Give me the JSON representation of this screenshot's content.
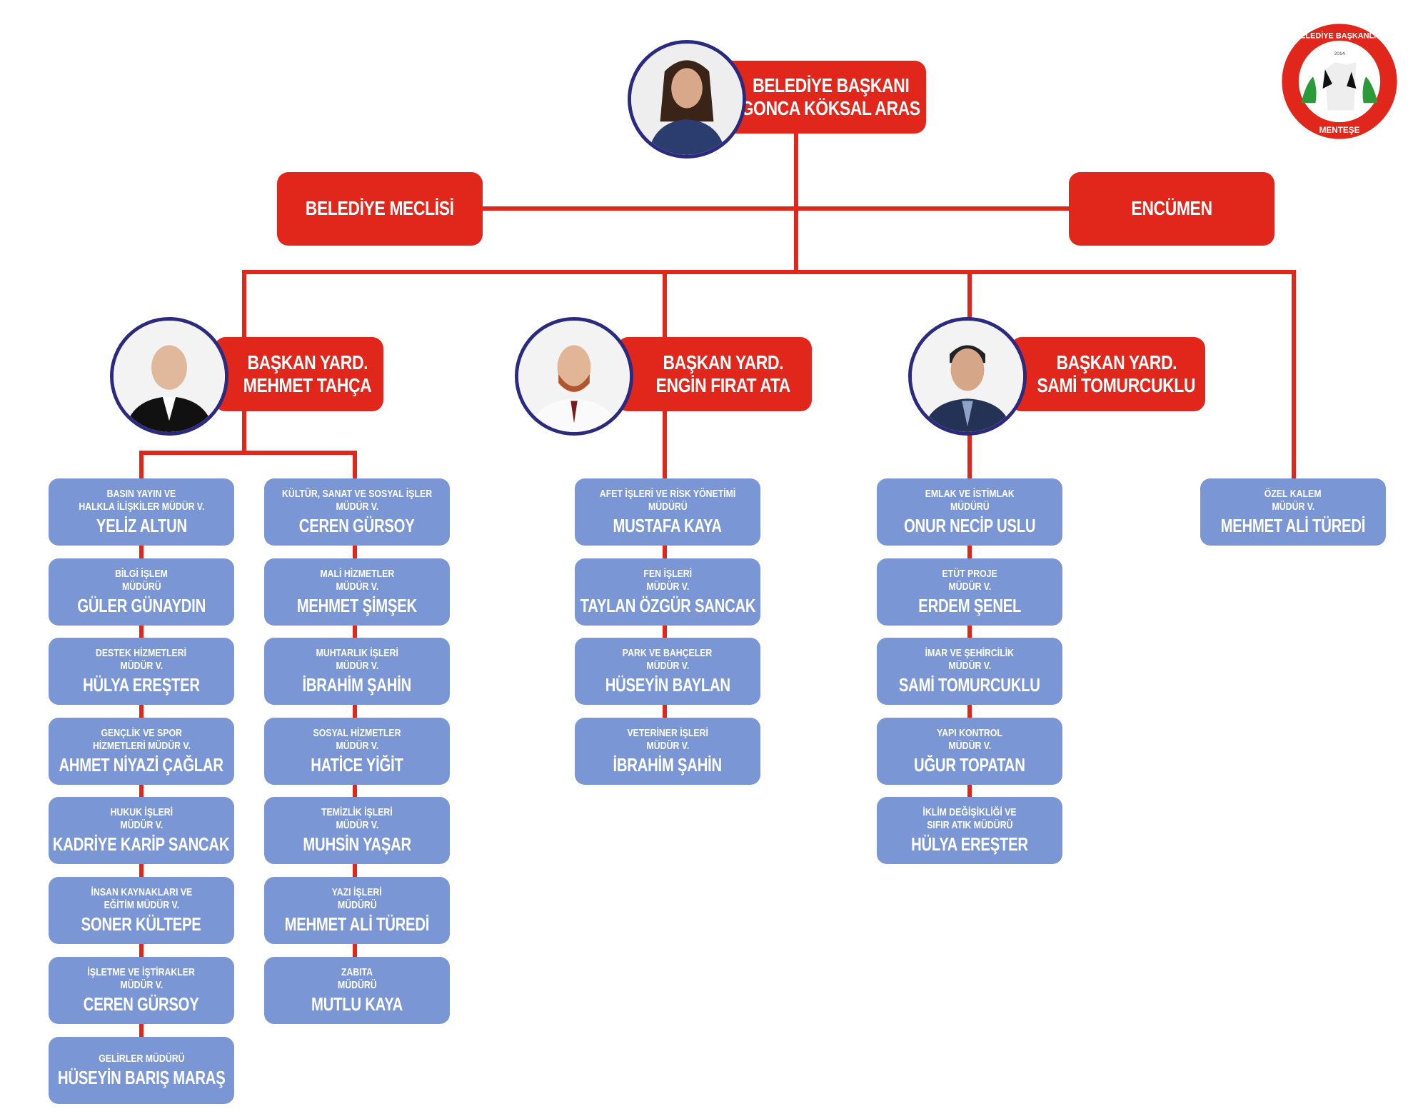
{
  "mayor": {
    "title": "BELEDİYE BAŞKANI",
    "name": "GONCA KÖKSAL ARAS"
  },
  "council": {
    "label": "BELEDİYE MECLİSİ"
  },
  "committee": {
    "label": "ENCÜMEN"
  },
  "deputies": [
    {
      "title": "BAŞKAN YARD.",
      "name": "MEHMET TAHÇA"
    },
    {
      "title": "BAŞKAN YARD.",
      "name": "ENGİN FIRAT ATA"
    },
    {
      "title": "BAŞKAN YARD.",
      "name": "SAMİ TOMURCUKLU"
    }
  ],
  "logo": {
    "top_text": "BELEDİYE BAŞKANLIĞI",
    "year": "2014",
    "bottom_text": "MENTEŞE"
  },
  "columns": [
    [
      {
        "unit": [
          "BASIN YAYIN VE",
          "HALKLA İLİŞKİLER MÜDÜR V."
        ],
        "name": "YELİZ ALTUN"
      },
      {
        "unit": [
          "BİLGİ İŞLEM",
          "MÜDÜRÜ"
        ],
        "name": "GÜLER GÜNAYDIN"
      },
      {
        "unit": [
          "DESTEK HİZMETLERİ",
          "MÜDÜR V."
        ],
        "name": "HÜLYA EREŞTER"
      },
      {
        "unit": [
          "GENÇLİK VE SPOR",
          "HİZMETLERİ MÜDÜR V."
        ],
        "name": "AHMET NİYAZİ ÇAĞLAR"
      },
      {
        "unit": [
          "HUKUK İŞLERİ",
          "MÜDÜR V."
        ],
        "name": "KADRİYE KARİP  SANCAK"
      },
      {
        "unit": [
          "İNSAN KAYNAKLARI VE",
          "EĞİTİM MÜDÜR V."
        ],
        "name": "SONER KÜLTEPE"
      },
      {
        "unit": [
          "İŞLETME VE İŞTİRAKLER",
          "MÜDÜR V."
        ],
        "name": "CEREN GÜRSOY"
      },
      {
        "unit": [
          "GELİRLER MÜDÜRÜ"
        ],
        "name": "HÜSEYİN BARIŞ MARAŞ"
      }
    ],
    [
      {
        "unit": [
          "KÜLTÜR, SANAT VE SOSYAL İŞLER",
          "MÜDÜR V."
        ],
        "name": "CEREN GÜRSOY"
      },
      {
        "unit": [
          "MALİ HİZMETLER",
          "MÜDÜR V."
        ],
        "name": "MEHMET ŞİMŞEK"
      },
      {
        "unit": [
          "MUHTARLIK İŞLERİ",
          "MÜDÜR V."
        ],
        "name": "İBRAHİM ŞAHİN"
      },
      {
        "unit": [
          "SOSYAL HİZMETLER",
          "MÜDÜR V."
        ],
        "name": "HATİCE YİĞİT"
      },
      {
        "unit": [
          "TEMİZLİK İŞLERİ",
          "MÜDÜR V."
        ],
        "name": "MUHSİN YAŞAR"
      },
      {
        "unit": [
          "YAZI İŞLERİ",
          "MÜDÜRÜ"
        ],
        "name": "MEHMET ALİ TÜREDİ"
      },
      {
        "unit": [
          "ZABITA",
          "MÜDÜRÜ"
        ],
        "name": "MUTLU KAYA"
      }
    ],
    [
      {
        "unit": [
          "AFET İŞLERİ VE RİSK YÖNETİMİ",
          "MÜDÜRÜ"
        ],
        "name": "MUSTAFA KAYA"
      },
      {
        "unit": [
          "FEN İŞLERİ",
          "MÜDÜR V."
        ],
        "name": "TAYLAN ÖZGÜR SANCAK"
      },
      {
        "unit": [
          "PARK VE BAHÇELER",
          "MÜDÜR V."
        ],
        "name": "HÜSEYİN BAYLAN"
      },
      {
        "unit": [
          "VETERİNER İŞLERİ",
          "MÜDÜR V."
        ],
        "name": "İBRAHİM ŞAHİN"
      }
    ],
    [
      {
        "unit": [
          "EMLAK VE İSTİMLAK",
          "MÜDÜRÜ"
        ],
        "name": "ONUR NECİP USLU"
      },
      {
        "unit": [
          "ETÜT PROJE",
          "MÜDÜR V."
        ],
        "name": "ERDEM ŞENEL"
      },
      {
        "unit": [
          "İMAR VE ŞEHİRCİLİK",
          "MÜDÜR V."
        ],
        "name": "SAMİ TOMURCUKLU"
      },
      {
        "unit": [
          "YAPI KONTROL",
          "MÜDÜR V."
        ],
        "name": "UĞUR TOPATAN"
      },
      {
        "unit": [
          "İKLİM DEĞİŞİKLİĞİ VE",
          "SIFIR ATIK MÜDÜRÜ"
        ],
        "name": "HÜLYA EREŞTER"
      }
    ],
    [
      {
        "unit": [
          "ÖZEL KALEM",
          "MÜDÜR V."
        ],
        "name": "MEHMET ALİ TÜREDİ"
      }
    ]
  ],
  "colors": {
    "red": "#e1261c",
    "blue": "#7b96d4",
    "navy": "#2c2a7e"
  }
}
